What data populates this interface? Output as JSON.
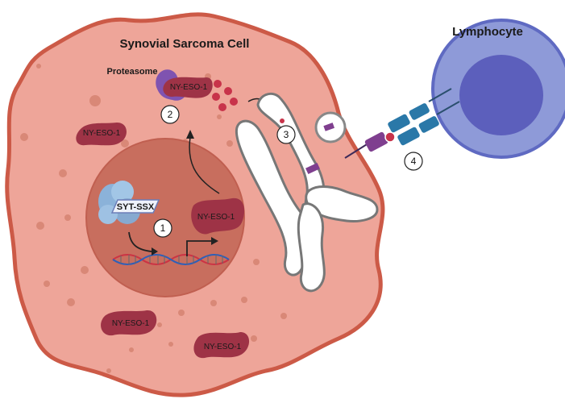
{
  "labels": {
    "cell_title": "Synovial Sarcoma Cell",
    "lymphocyte": "Lymphocyte",
    "proteasome": "Proteasome",
    "syt_ssx": "SYT-SSX",
    "nyeso_proteasome": "NY-ESO-1",
    "nyeso_left": "NY-ESO-1",
    "nyeso_nucleus": "NY-ESO-1",
    "nyeso_bottom_left": "NY-ESO-1",
    "nyeso_bottom_right": "NY-ESO-1"
  },
  "steps": [
    "1",
    "2",
    "3",
    "4"
  ],
  "colors": {
    "cell_fill": "#eea599",
    "cell_edge": "#cc5a47",
    "nucleus": "#c86e5e",
    "protein": "#9e3346",
    "lymph_outer": "#8e9ad8",
    "lymph_inner": "#5c5fbc",
    "proteasome": "#7f53b0",
    "golgi_stroke": "#777777"
  },
  "icons": [
    "proteasome-icon",
    "syt-ssx-complex-icon",
    "dna-helix-icon",
    "er-golgi-icon",
    "mhc-tcr-complex-icon",
    "vesicle-icon"
  ]
}
